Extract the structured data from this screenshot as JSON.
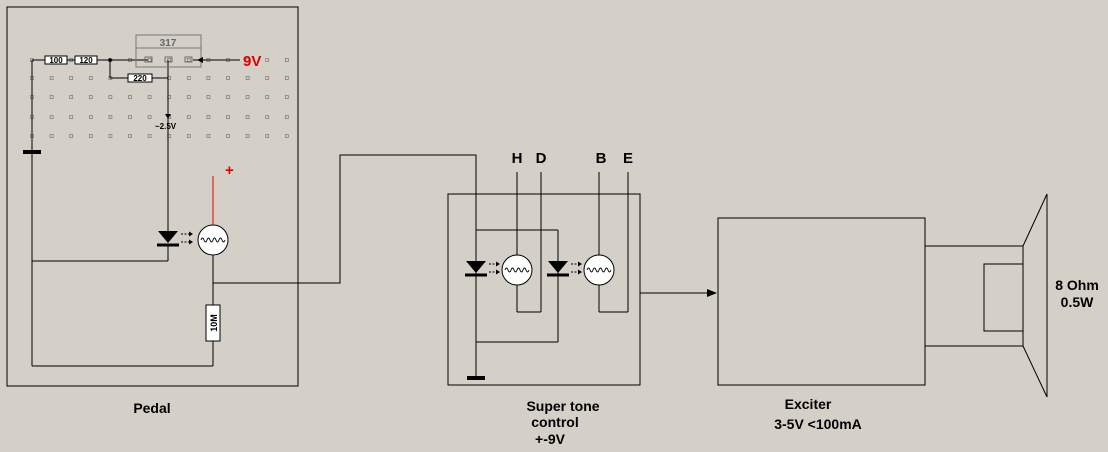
{
  "colors": {
    "background": "#d4d0c8",
    "line": "#000000",
    "supply_red": "#e00000",
    "ic_outline": "#777777",
    "dot": "#777777"
  },
  "pedal": {
    "label": "Pedal",
    "r1_label": "100",
    "r2_label": "120",
    "r3_label": "220",
    "regulator_label": "317",
    "supply_label": "9V",
    "voltage_label": "~2.5V",
    "plus_label": "+",
    "r4_label": "10M"
  },
  "tone": {
    "label_line1": "Super tone",
    "label_line2": "control",
    "label_line3": "+-9V",
    "terminal_h": "H",
    "terminal_d": "D",
    "terminal_b": "B",
    "terminal_e": "E"
  },
  "exciter": {
    "label_line1": "Exciter",
    "label_line2": "3-5V <100mA"
  },
  "speaker": {
    "label_line1": "8 Ohm",
    "label_line2": "0.5W"
  }
}
